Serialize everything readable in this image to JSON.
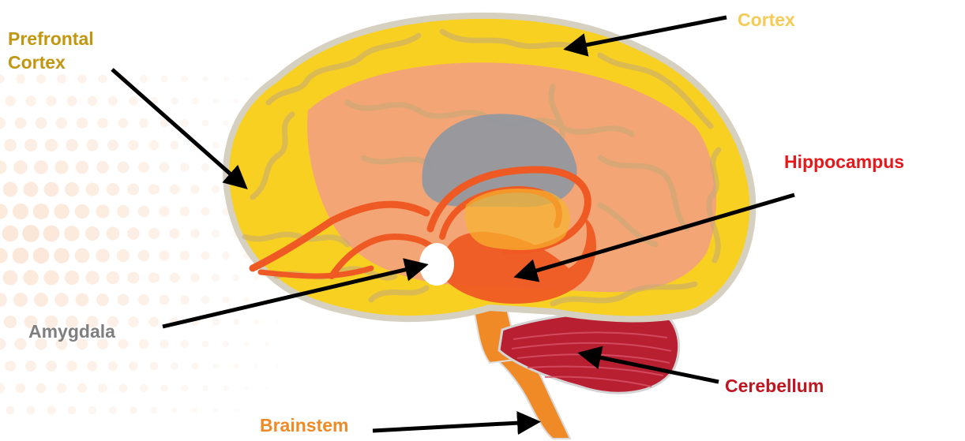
{
  "labels": {
    "prefrontal_cortex": "Prefrontal Cortex",
    "cortex": "Cortex",
    "hippocampus": "Hippocampus",
    "amygdala": "Amygdala",
    "cerebellum": "Cerebellum",
    "brainstem": "Brainstem"
  },
  "colors": {
    "prefrontal_cortex": "#c2960f",
    "cortex": "#f5cb57",
    "hippocampus": "#e6181b",
    "amygdala": "#7f7f7f",
    "cerebellum": "#c01420",
    "brainstem": "#ef8a26",
    "brain_outer": "#f8d022",
    "brain_inner": "#f3a27a",
    "thalamus": "#94979f",
    "limbic_orange": "#ef5a24",
    "arrow": "#000000"
  }
}
